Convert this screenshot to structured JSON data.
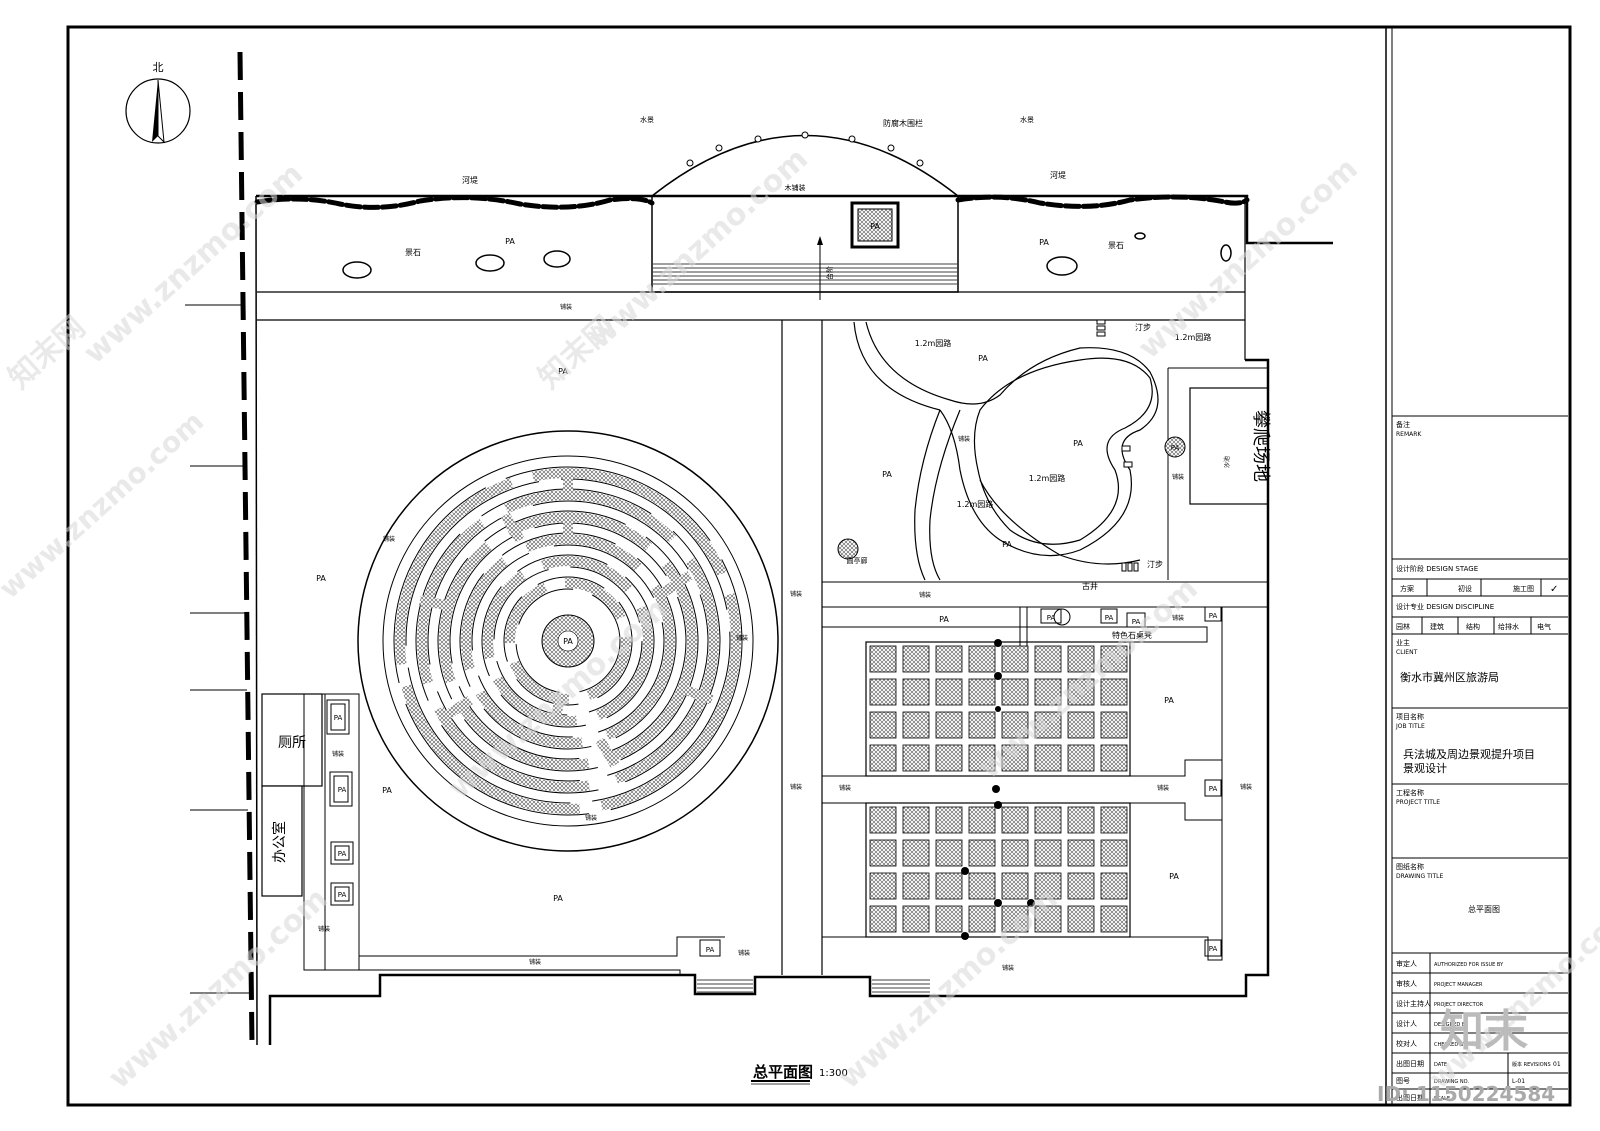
{
  "plan": {
    "north": "北",
    "title": "总平面图",
    "scale": "1:300",
    "labels": {
      "pa": "PA",
      "shuijing": "水景",
      "fence": "防腐木围栏",
      "hedi": "河堤",
      "jingshi": "景石",
      "mupu": "木铺装",
      "puzhuang": "铺装",
      "road12": "1.2m园路",
      "tingbu": "汀步",
      "climb": "攀爬场地",
      "shachi": "沙池",
      "gujing": "古井",
      "teseshi": "特色石桌凳",
      "yuanting": "圆亭廊",
      "toilet": "厕所",
      "office": "办公室",
      "stair_note": "台阶"
    }
  },
  "title_block": {
    "remark_cn": "备注",
    "remark_en": "REMARK",
    "stage_label": "设计阶段 DESIGN STAGE",
    "stage_options": [
      "方案",
      "初设",
      "施工图"
    ],
    "stage_check": "✓",
    "discipline_label": "设计专业 DESIGN DISCIPLINE",
    "disciplines": [
      "园林",
      "建筑",
      "结构",
      "给排水",
      "电气"
    ],
    "client_cn": "业主",
    "client_en": "CLIENT",
    "client_name": "衡水市冀州区旅游局",
    "job_cn": "项目名称",
    "job_en": "JOB TITLE",
    "job_line1": "兵法城及周边景观提升项目",
    "job_line2": "景观设计",
    "project_cn": "工程名称",
    "project_en": "PROJECT TITLE",
    "drawing_cn": "图纸名称",
    "drawing_en": "DRAWING TITLE",
    "drawing_name": "总平面图",
    "rows": [
      {
        "cn": "审定人",
        "en": "AUTHORIZED FOR ISSUE BY"
      },
      {
        "cn": "审核人",
        "en": "PROJECT MANAGER"
      },
      {
        "cn": "设计主持人",
        "en": "PROJECT DIRECTOR"
      },
      {
        "cn": "设计人",
        "en": "DESIGNED BY"
      },
      {
        "cn": "校对人",
        "en": "CHECKED BY"
      },
      {
        "cn": "出图日期",
        "en": "DATE"
      },
      {
        "cn": "图号",
        "en": "DRAWING NO."
      },
      {
        "cn": "出图日期",
        "en": "SCALE"
      }
    ],
    "version_label": "版本 REVISIONS",
    "version_value": "01",
    "drawing_no": "L-01"
  },
  "watermark": {
    "site": "www.znzmo.com",
    "brand": "知末网",
    "logo": "知末",
    "id_text": "ID: 1150224584"
  }
}
